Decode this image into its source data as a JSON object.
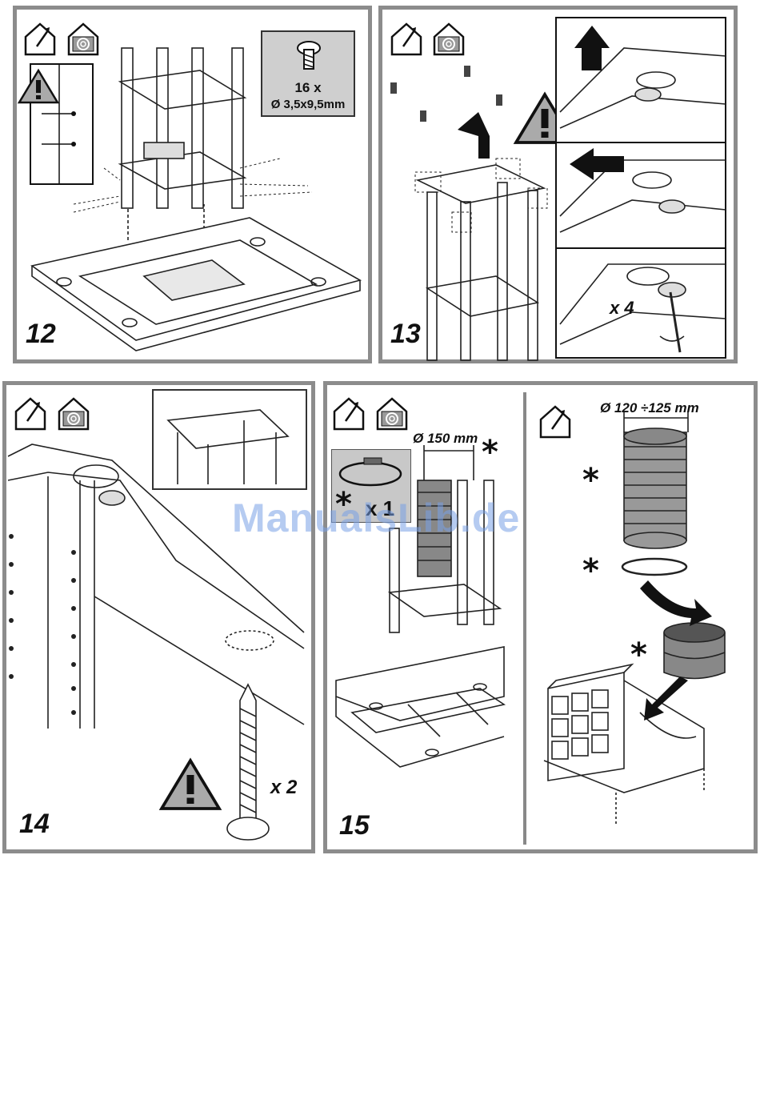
{
  "page": {
    "watermark": "ManualsLib.de"
  },
  "steps": [
    {
      "number": "12",
      "screw_count": "16 x",
      "screw_size": "Ø 3,5x9,5mm"
    },
    {
      "number": "13",
      "multiplier": "x 4"
    },
    {
      "number": "14",
      "multiplier": "x 2"
    },
    {
      "number": "15",
      "clamp_count": "x 1",
      "duct_diameter": "Ø 150 mm",
      "hose_diameter": "Ø 120 ÷125 mm",
      "optional_mark": "*"
    }
  ],
  "icons": [
    "house-exhaust-icon",
    "house-recirculation-icon",
    "warning-triangle-icon"
  ]
}
